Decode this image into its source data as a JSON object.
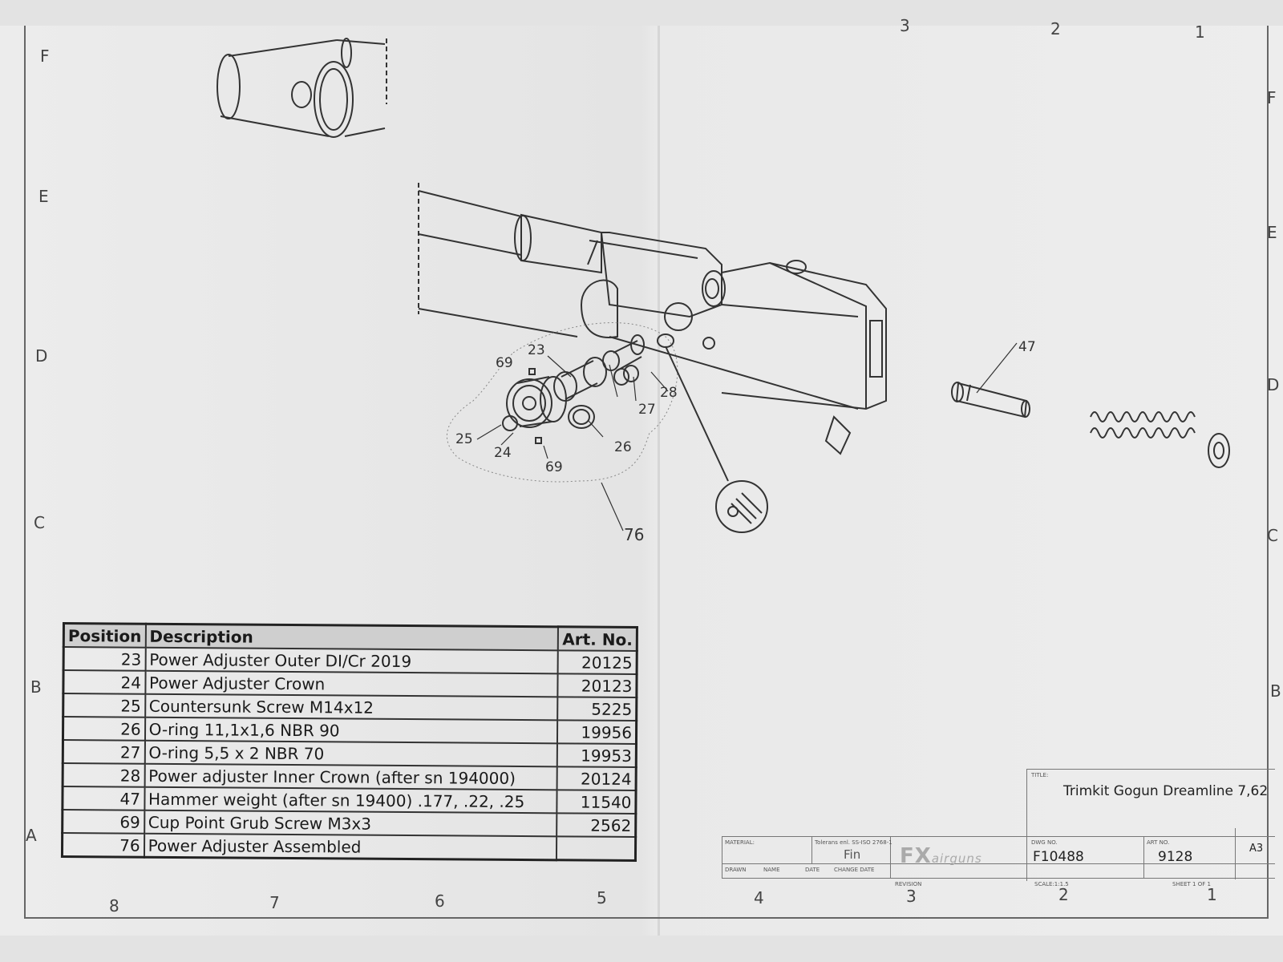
{
  "zone_labels": {
    "left": [
      "F",
      "E",
      "D",
      "C",
      "B",
      "A"
    ],
    "right": [
      "F",
      "E",
      "D",
      "C",
      "B"
    ],
    "bottom": [
      "8",
      "7",
      "6",
      "5",
      "4",
      "3",
      "2",
      "1"
    ],
    "top": [
      "3",
      "2",
      "1"
    ]
  },
  "callouts": [
    "23",
    "69",
    "25",
    "24",
    "69",
    "26",
    "27",
    "28",
    "76",
    "47"
  ],
  "parts_table": {
    "headers": [
      "Position",
      "Description",
      "Art. No."
    ],
    "rows": [
      [
        "23",
        "Power Adjuster Outer DI/Cr 2019",
        "20125"
      ],
      [
        "24",
        "Power Adjuster Crown",
        "20123"
      ],
      [
        "25",
        "Countersunk Screw M14x12",
        "5225"
      ],
      [
        "26",
        "O-ring 11,1x1,6 NBR 90",
        "19956"
      ],
      [
        "27",
        "O-ring 5,5 x 2 NBR 70",
        "19953"
      ],
      [
        "28",
        "Power adjuster Inner Crown (after sn 194000)",
        "20124"
      ],
      [
        "47",
        "Hammer weight (after sn 19400) .177, .22, .25",
        "11540"
      ],
      [
        "69",
        "Cup Point Grub Screw M3x3",
        "2562"
      ],
      [
        "76",
        "Power Adjuster Assembled",
        ""
      ]
    ]
  },
  "title_block": {
    "title_label": "TITLE:",
    "title": "Trimkit Gogun Dreamline 7,62",
    "material_label": "MATERIAL:",
    "tolerance_label": "Tolerans enl. SS-ISO 2768-1",
    "finish": "Fin",
    "drawn_label": "DRAWN",
    "name_label": "NAME",
    "date_label": "DATE",
    "change_date_label": "CHANGE DATE",
    "revision_label": "REVISION",
    "logo_main": "FX",
    "logo_sub": "airguns",
    "dwg_no_label": "DWG NO.",
    "dwg_no": "F10488",
    "art_no_label": "ART NO.",
    "art_no": "9128",
    "size": "A3",
    "scale": "SCALE:1:1.5",
    "sheet": "SHEET 1 OF 1"
  }
}
